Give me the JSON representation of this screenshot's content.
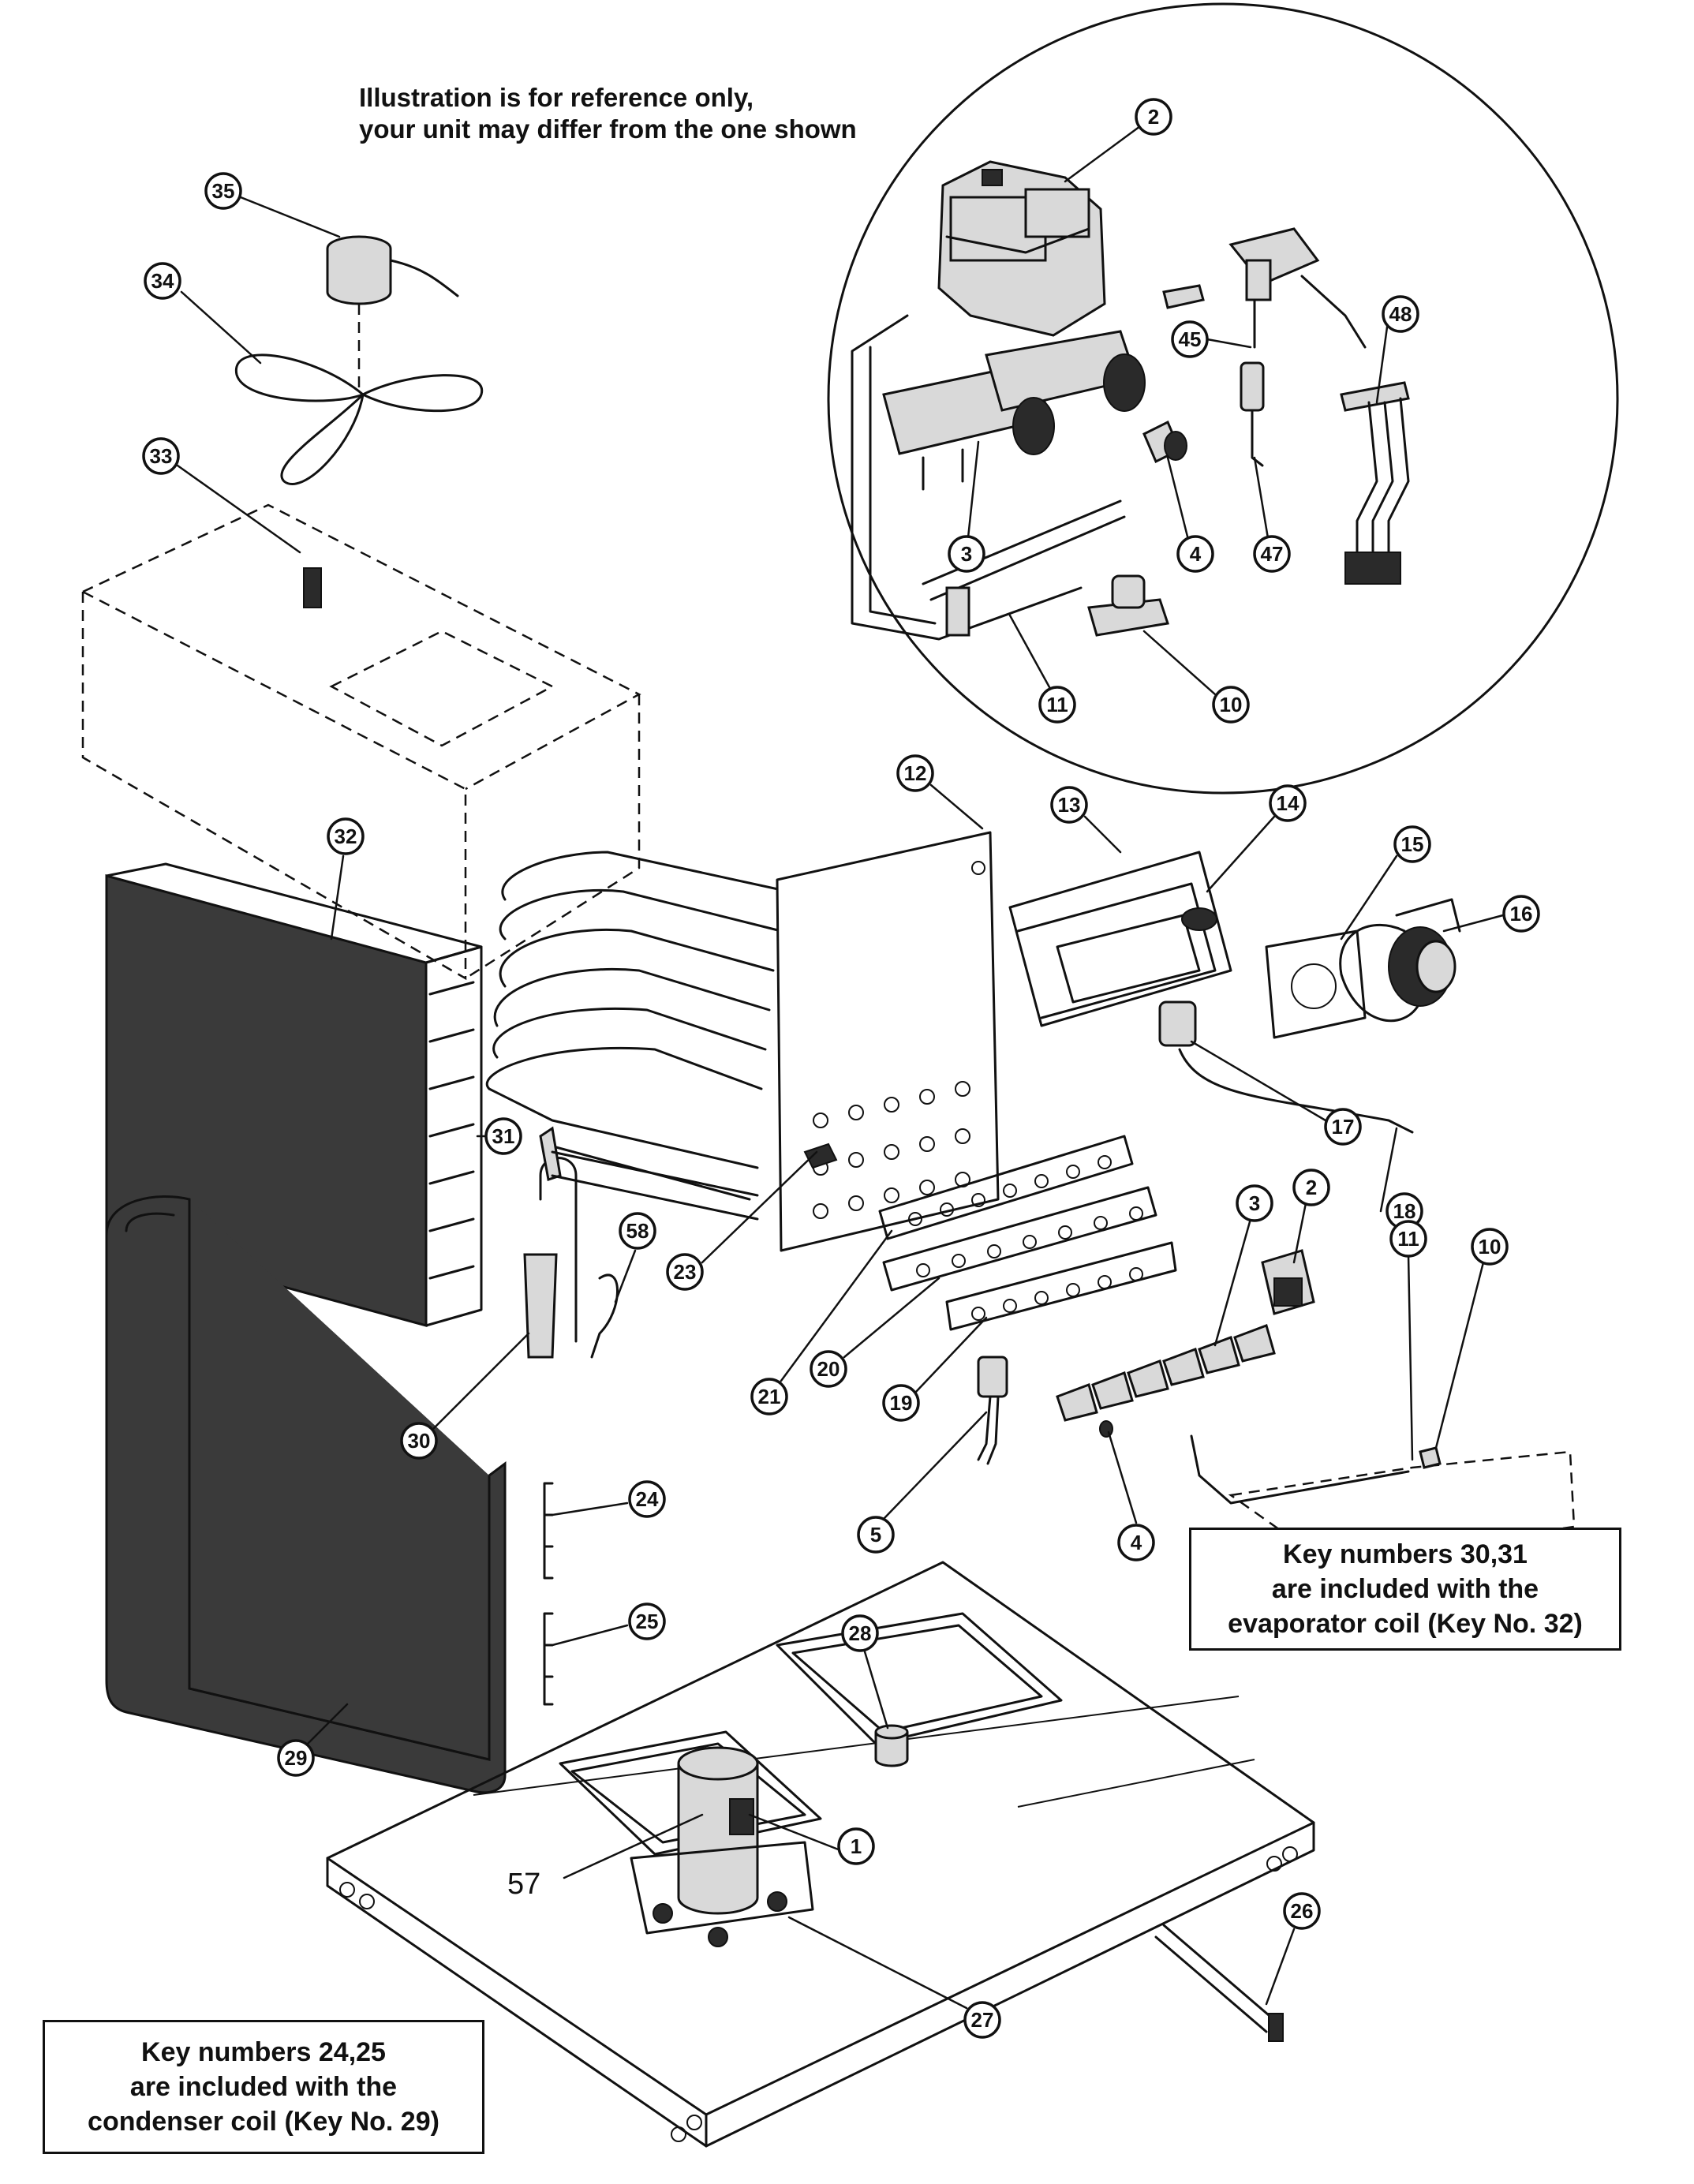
{
  "reference_note": {
    "line1": "Illustration is for reference only,",
    "line2": "your unit may differ from the one shown"
  },
  "notes": {
    "evaporator": {
      "line1": "Key numbers 30,31",
      "line2": "are included with the",
      "line3": "evaporator coil (Key No. 32)"
    },
    "condenser": {
      "line1": "Key numbers 24,25",
      "line2": "are included with the",
      "line3": "condenser coil (Key No. 29)"
    }
  },
  "callouts": {
    "k1": "1",
    "k2a": "2",
    "k2b": "2",
    "k3a": "3",
    "k3b": "3",
    "k4a": "4",
    "k4b": "4",
    "k5": "5",
    "k10a": "10",
    "k10b": "10",
    "k11a": "11",
    "k11b": "11",
    "k12": "12",
    "k13": "13",
    "k14": "14",
    "k15": "15",
    "k16": "16",
    "k17": "17",
    "k18": "18",
    "k19": "19",
    "k20": "20",
    "k21": "21",
    "k23": "23",
    "k24": "24",
    "k25": "25",
    "k26": "26",
    "k27": "27",
    "k28": "28",
    "k29": "29",
    "k30": "30",
    "k31": "31",
    "k32": "32",
    "k33": "33",
    "k34": "34",
    "k35": "35",
    "k45": "45",
    "k47": "47",
    "k48": "48",
    "k57": "57",
    "k58": "58"
  }
}
